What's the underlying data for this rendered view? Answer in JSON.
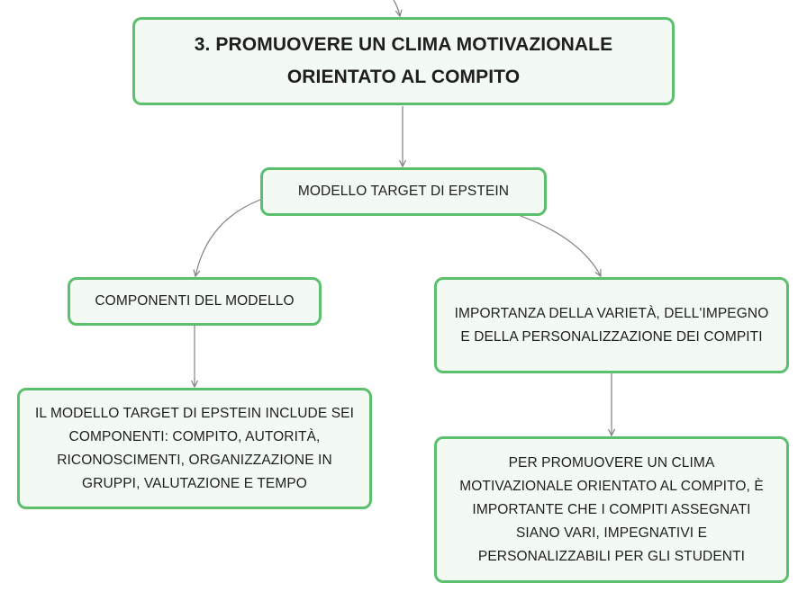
{
  "nodes": {
    "root": {
      "label": "3. PROMUOVERE UN CLIMA MOTIVAZIONALE\nORIENTATO AL COMPITO"
    },
    "model": {
      "label": "MODELLO TARGET DI EPSTEIN"
    },
    "components": {
      "label": "COMPONENTI DEL MODELLO"
    },
    "importance": {
      "label": "IMPORTANZA DELLA VARIETÀ, DELL'IMPEGNO\nE DELLA PERSONALIZZAZIONE DEI COMPITI"
    },
    "description": {
      "label": "IL MODELLO TARGET DI EPSTEIN INCLUDE SEI\nCOMPONENTI: COMPITO, AUTORITÀ,\nRICONOSCIMENTI, ORGANIZZAZIONE IN\nGRUPPI, VALUTAZIONE E TEMPO"
    },
    "promote": {
      "label": "PER PROMUOVERE UN CLIMA\nMOTIVAZIONALE ORIENTATO AL COMPITO, È\nIMPORTANTE CHE I COMPITI ASSEGNATI\nSIANO VARI, IMPEGNATIVI E\nPERSONALIZZABILI PER GLI STUDENTI"
    }
  },
  "colors": {
    "node_border": "#5cbf6e",
    "node_fill": "#f3faf4",
    "connector": "#808080",
    "text": "#1e1e1e"
  }
}
